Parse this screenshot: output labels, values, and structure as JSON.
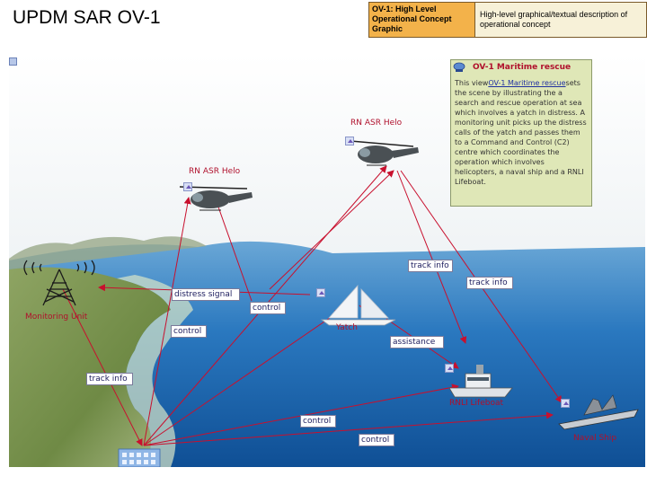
{
  "slide": {
    "title": "UPDM SAR OV-1"
  },
  "legend": {
    "key": "OV-1: High Level Operational Concept Graphic",
    "value": "High-level graphical/textual description of operational concept"
  },
  "note": {
    "title": "OV-1 Maritime rescue",
    "text_before": "This view",
    "link": "OV-1 Maritime rescue",
    "text_after": "sets the scene by illustrating the a search and rescue operation at sea which involves a yatch in distress. A monitoring unit picks up the distress calls of the yatch and passes them to a Command and Control (C2) centre which coordinates the operation which involves helicopters, a naval ship and a RNLI Lifeboat."
  },
  "nodes": {
    "helo_top": "RN ASR Helo",
    "helo_left": "RN ASR Helo",
    "monitoring": "Monitoring Unit",
    "yacht": "Yatch",
    "lifeboat": "RNLI Lifeboat",
    "naval_ship": "Naval Ship"
  },
  "flows": {
    "track_info_upper": "track info",
    "track_info_right": "track info",
    "distress_signal": "distress signal",
    "control_center": "control",
    "control_left": "control",
    "assistance": "assistance",
    "track_info_lower": "track info",
    "control_bottom": "control",
    "control_lowest": "control"
  },
  "colors": {
    "sea": "#1f6fb8",
    "arrow": "#c8102e",
    "label": "#b0102c",
    "note_bg": "#dfe7b7"
  }
}
